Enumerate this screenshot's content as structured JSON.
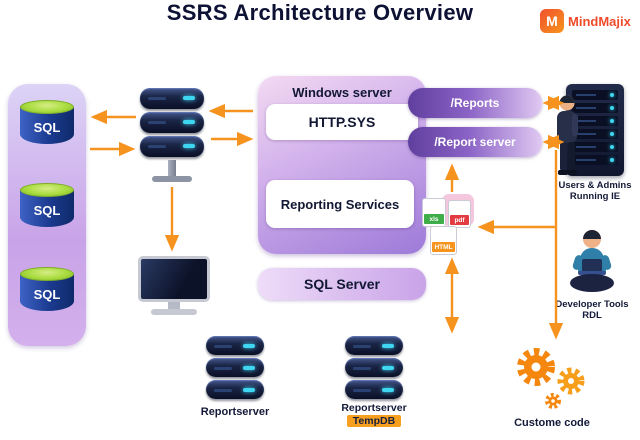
{
  "title": "SSRS Architecture Overview",
  "logo": {
    "icon_letter": "M",
    "text": "MindMajix"
  },
  "left_panel": {
    "databases": [
      "SQL",
      "SQL",
      "SQL"
    ]
  },
  "windows_server": {
    "title": "Windows server",
    "http_sys": "HTTP.SYS",
    "reporting_services": "Reporting Services"
  },
  "endpoints": {
    "reports": "/Reports",
    "report_server": "/Report server"
  },
  "sql_server": {
    "label": "SQL Server"
  },
  "reportserver_db": {
    "label": "Reportserver"
  },
  "tempdb": {
    "line1": "Reportserver",
    "line2": "TempDB"
  },
  "file_outputs": {
    "xls": "xls",
    "pdf": "pdf",
    "html": "HTML"
  },
  "users": {
    "line1": "Users & Admins",
    "line2": "Running IE"
  },
  "developer": {
    "line1": "Developer Tools",
    "line2": "RDL"
  },
  "custom_code": {
    "label": "Custome code"
  },
  "colors": {
    "arrow": "#F6921E",
    "dark_navy": "#121833",
    "panel_purple": "#C9A3E8",
    "pill_dark": "#5F3F9E",
    "logo_orange": "#EE4B2B",
    "gear_orange": "#F5870E",
    "sql_cylinder_blue": "#1B3A8F",
    "sql_cylinder_green": "#A8DC3E"
  }
}
